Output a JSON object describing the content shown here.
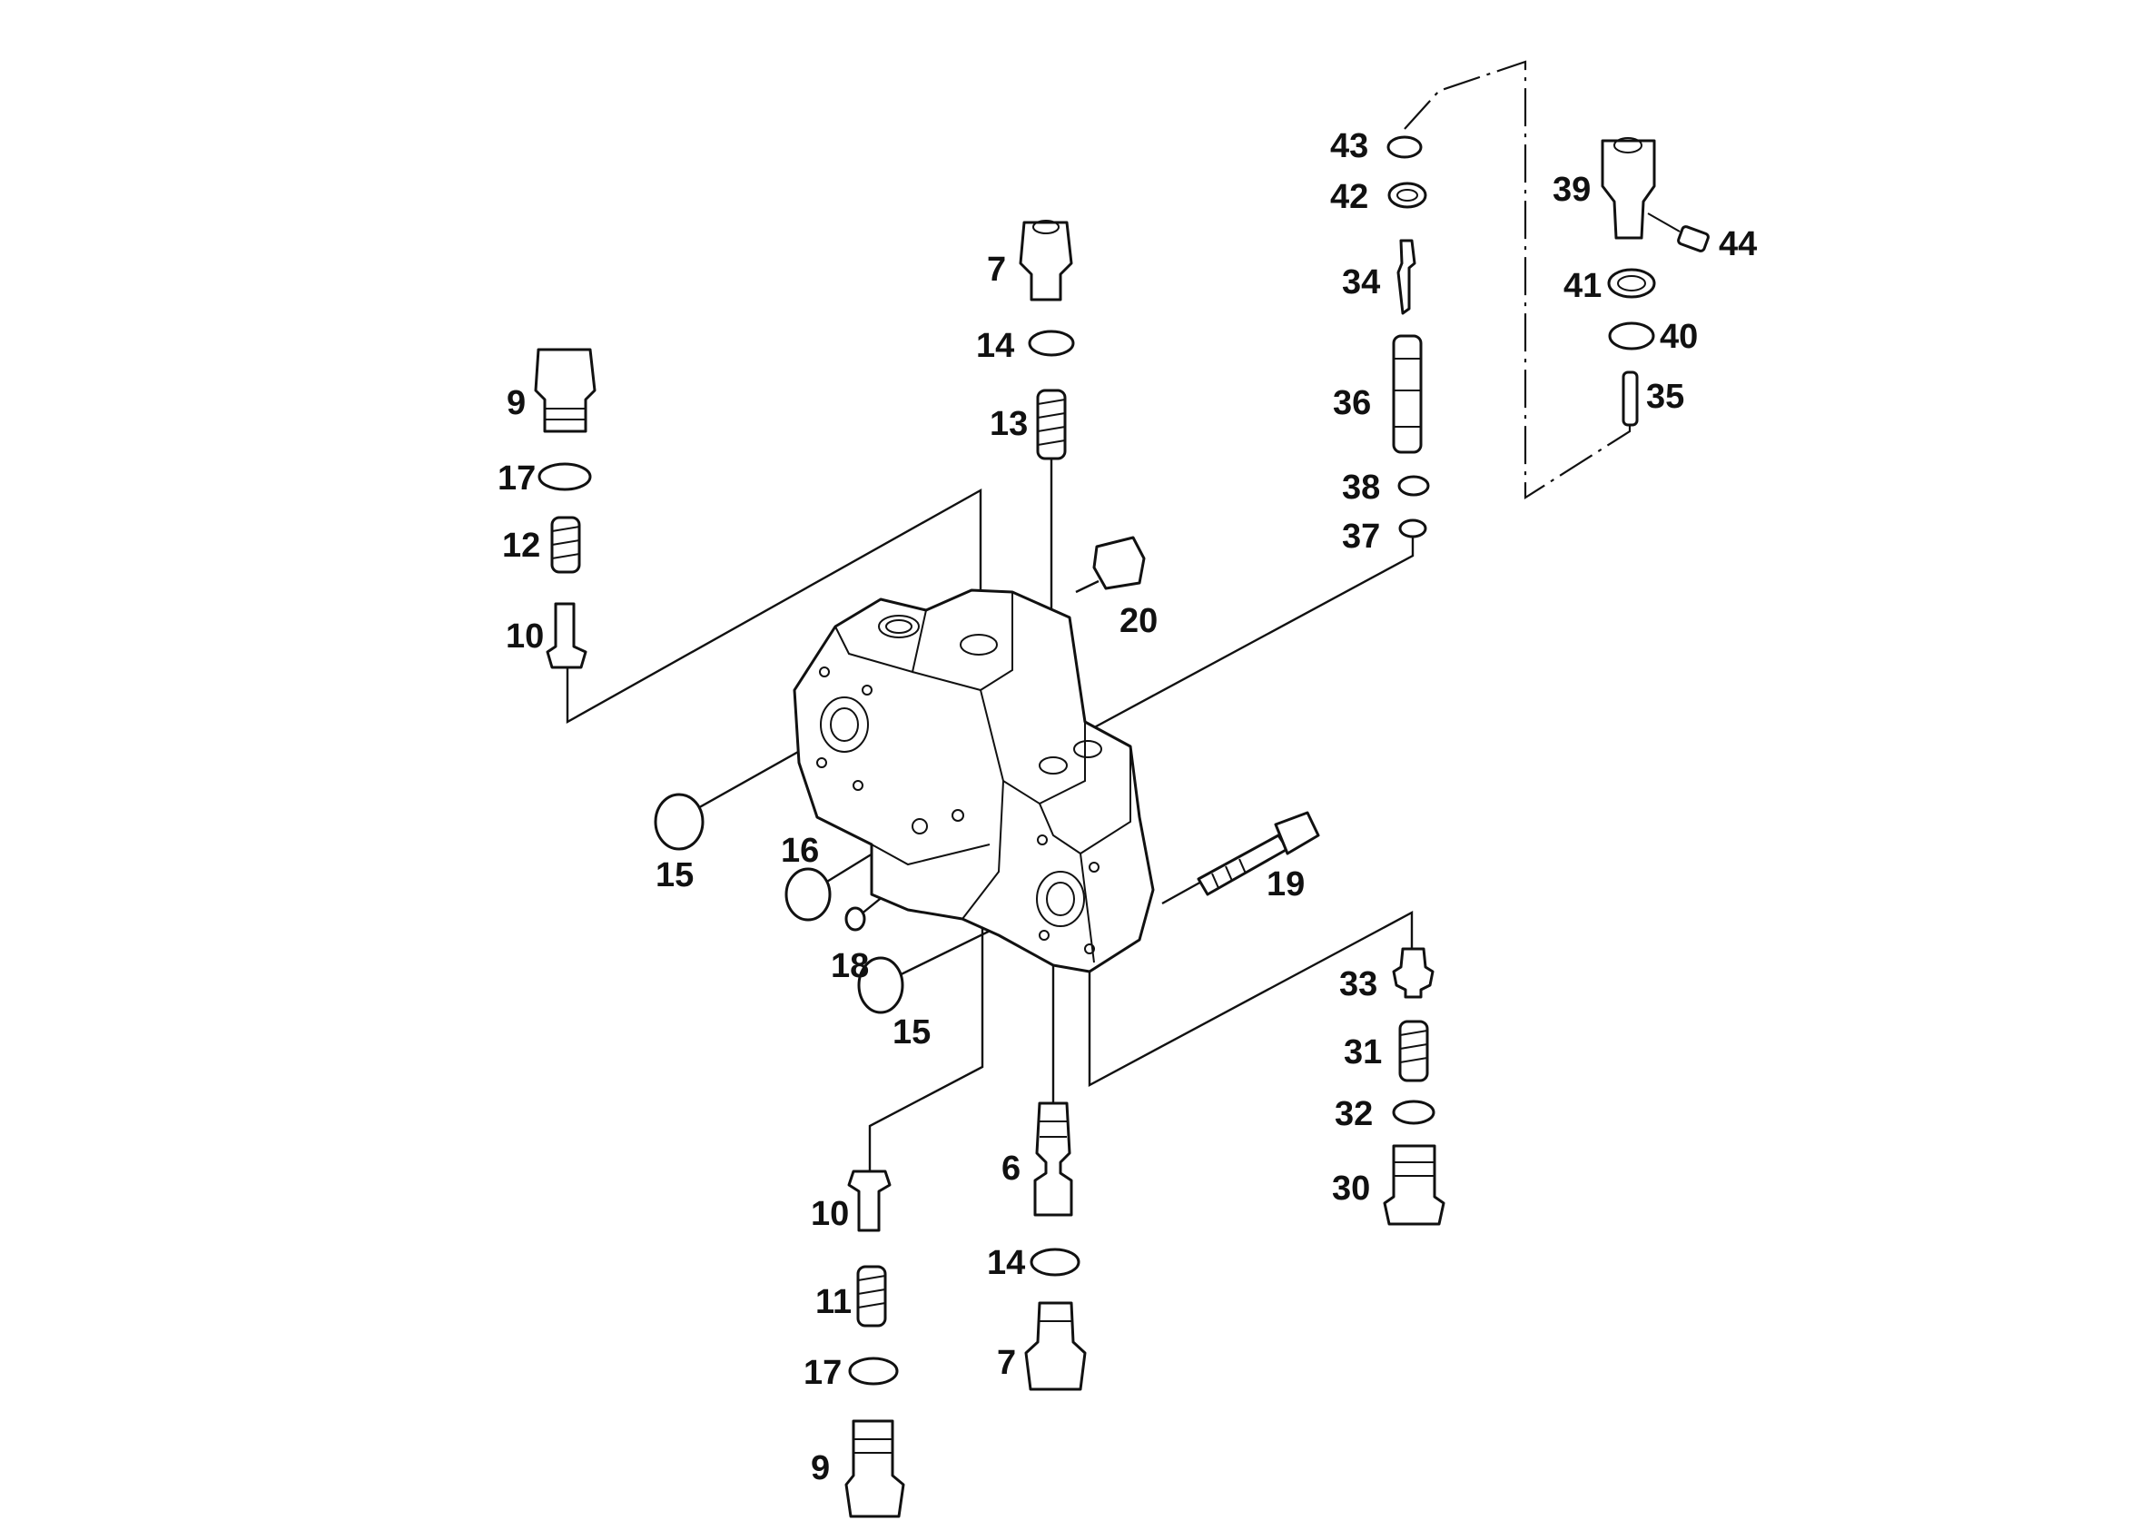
{
  "diagram": {
    "callouts": [
      {
        "id": "lbl-43",
        "text": "43"
      },
      {
        "id": "lbl-42",
        "text": "42"
      },
      {
        "id": "lbl-34",
        "text": "34"
      },
      {
        "id": "lbl-36",
        "text": "36"
      },
      {
        "id": "lbl-38",
        "text": "38"
      },
      {
        "id": "lbl-37",
        "text": "37"
      },
      {
        "id": "lbl-39",
        "text": "39"
      },
      {
        "id": "lbl-44",
        "text": "44"
      },
      {
        "id": "lbl-41",
        "text": "41"
      },
      {
        "id": "lbl-40",
        "text": "40"
      },
      {
        "id": "lbl-35",
        "text": "35"
      },
      {
        "id": "lbl-7-top",
        "text": "7"
      },
      {
        "id": "lbl-14-top",
        "text": "14"
      },
      {
        "id": "lbl-13",
        "text": "13"
      },
      {
        "id": "lbl-9-top",
        "text": "9"
      },
      {
        "id": "lbl-17-top",
        "text": "17"
      },
      {
        "id": "lbl-12",
        "text": "12"
      },
      {
        "id": "lbl-10-top",
        "text": "10"
      },
      {
        "id": "lbl-20",
        "text": "20"
      },
      {
        "id": "lbl-15-left",
        "text": "15"
      },
      {
        "id": "lbl-16",
        "text": "16"
      },
      {
        "id": "lbl-18",
        "text": "18"
      },
      {
        "id": "lbl-15-bottom",
        "text": "15"
      },
      {
        "id": "lbl-19",
        "text": "19"
      },
      {
        "id": "lbl-33",
        "text": "33"
      },
      {
        "id": "lbl-31",
        "text": "31"
      },
      {
        "id": "lbl-32",
        "text": "32"
      },
      {
        "id": "lbl-30",
        "text": "30"
      },
      {
        "id": "lbl-6",
        "text": "6"
      },
      {
        "id": "lbl-14-bottom",
        "text": "14"
      },
      {
        "id": "lbl-7-bottom",
        "text": "7"
      },
      {
        "id": "lbl-10-bottom",
        "text": "10"
      },
      {
        "id": "lbl-11",
        "text": "11"
      },
      {
        "id": "lbl-17-bottom",
        "text": "17"
      },
      {
        "id": "lbl-9-bottom",
        "text": "9"
      }
    ]
  }
}
